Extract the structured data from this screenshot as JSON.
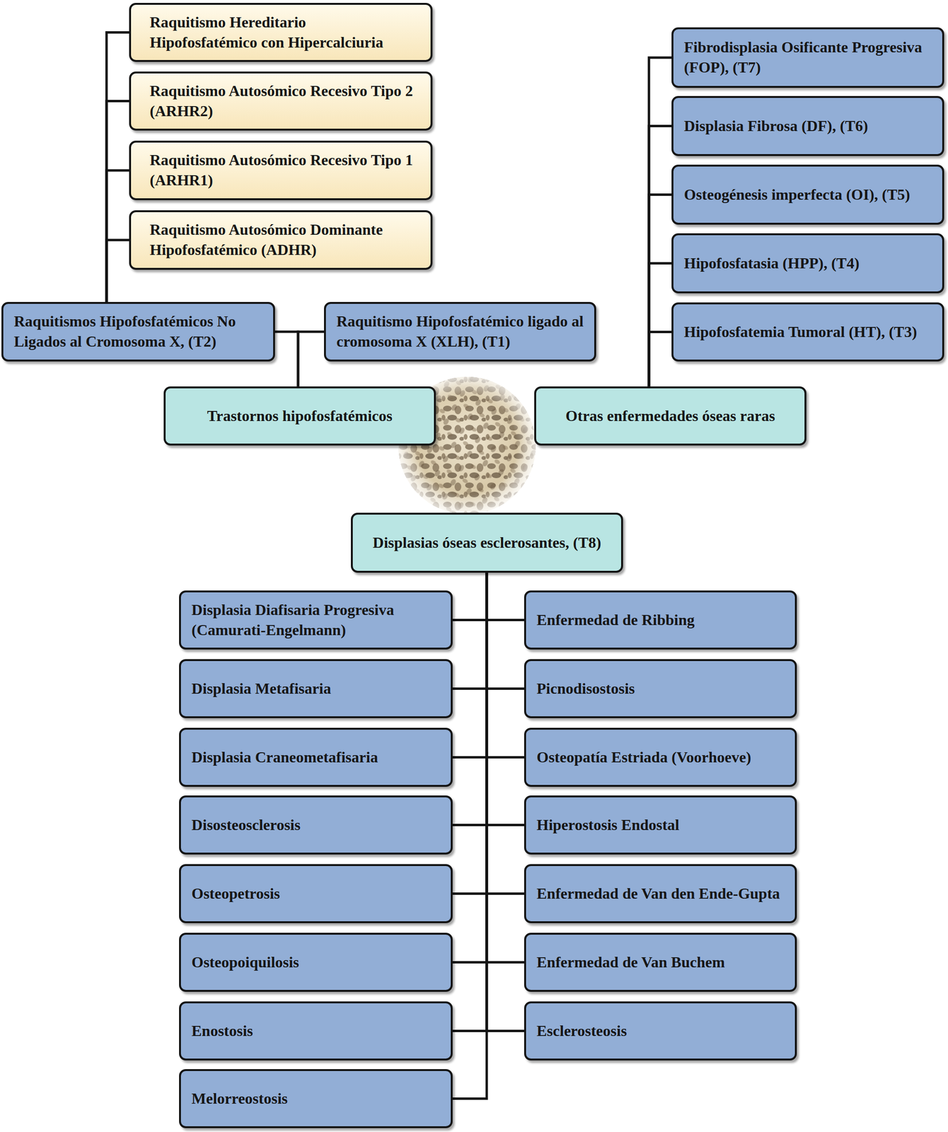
{
  "diagram": {
    "nodes": [
      {
        "text": [
          "Raquitismo Hereditario Hipofosfatémico con Hipercalciuria"
        ]
      },
      {
        "text": [
          "Raquitismo Autosómico Recesivo Tipo 2 (ARHR2)"
        ]
      },
      {
        "text": [
          "Raquitismo Autosómico Recesivo Tipo 1 (ARHR1)"
        ]
      },
      {
        "text": [
          "Raquitismo Autosómico Dominante Hipofosfatémico (ADHR)"
        ]
      },
      {
        "text": [
          "Raquitismos Hipofosfatémicos No Ligados al Cromosoma X, (T2)"
        ]
      },
      {
        "text": [
          "Raquitismo Hipofosfatémico ligado al cromosoma X (XLH), (T1)"
        ]
      },
      {
        "text": [
          "Fibrodisplasia Osificante Progresiva (FOP), (T7)"
        ]
      },
      {
        "text": [
          "Displasia Fibrosa (DF), (T6)"
        ]
      },
      {
        "text": [
          "Osteogénesis imperfecta (OI), (T5)"
        ]
      },
      {
        "text": [
          "Hipofosfatasia (HPP), (T4)"
        ]
      },
      {
        "text": [
          "Hipofosfatemia Tumoral (HT), (T3)"
        ]
      },
      {
        "text": [
          "Trastornos hipofosfatémicos"
        ]
      },
      {
        "text": [
          "Otras enfermedades óseas raras"
        ]
      },
      {
        "text": [
          "Displasias óseas esclerosantes, (T8)"
        ]
      },
      {
        "text": [
          "Displasia Diafisaria Progresiva (Camurati-Engelmann)"
        ]
      },
      {
        "text": [
          "Enfermedad de Ribbing"
        ]
      },
      {
        "text": [
          "Displasia Metafisaria"
        ]
      },
      {
        "text": [
          "Picnodisostosis"
        ]
      },
      {
        "text": [
          "Displasia Craneometafisaria"
        ]
      },
      {
        "text": [
          "Osteopatía Estriada (Voorhoeve)"
        ]
      },
      {
        "text": [
          "Disosteosclerosis"
        ]
      },
      {
        "text": [
          "Hiperostosis Endostal"
        ]
      },
      {
        "text": [
          "Osteopetrosis"
        ]
      },
      {
        "text": [
          "Enfermedad de Van den Ende-Gupta"
        ]
      },
      {
        "text": [
          "Osteopoiquilosis"
        ]
      },
      {
        "text": [
          "Enfermedad de Van Buchem"
        ]
      },
      {
        "text": [
          "Enostosis"
        ]
      },
      {
        "text": [
          "Esclerosteosis"
        ]
      },
      {
        "text": [
          "Melorreostosis"
        ]
      }
    ],
    "edges": [
      {
        "from": 4,
        "to": 0,
        "arrow": "none"
      },
      {
        "from": 4,
        "to": 1,
        "arrow": "none"
      },
      {
        "from": 4,
        "to": 2,
        "arrow": "none"
      },
      {
        "from": 4,
        "to": 3,
        "arrow": "none"
      },
      {
        "from": 11,
        "to": 4,
        "arrow": "none"
      },
      {
        "from": 11,
        "to": 5,
        "arrow": "none"
      },
      {
        "from": 12,
        "to": 6,
        "arrow": "none"
      },
      {
        "from": 12,
        "to": 7,
        "arrow": "none"
      },
      {
        "from": 12,
        "to": 8,
        "arrow": "none"
      },
      {
        "from": 12,
        "to": 9,
        "arrow": "none"
      },
      {
        "from": 12,
        "to": 10,
        "arrow": "none"
      },
      {
        "from": 13,
        "to": 14,
        "arrow": "none"
      },
      {
        "from": 13,
        "to": 15,
        "arrow": "none"
      },
      {
        "from": 13,
        "to": 16,
        "arrow": "none"
      },
      {
        "from": 13,
        "to": 17,
        "arrow": "none"
      },
      {
        "from": 13,
        "to": 18,
        "arrow": "none"
      },
      {
        "from": 13,
        "to": 19,
        "arrow": "none"
      },
      {
        "from": 13,
        "to": 20,
        "arrow": "none"
      },
      {
        "from": 13,
        "to": 21,
        "arrow": "none"
      },
      {
        "from": 13,
        "to": 22,
        "arrow": "none"
      },
      {
        "from": 13,
        "to": 23,
        "arrow": "none"
      },
      {
        "from": 13,
        "to": 24,
        "arrow": "none"
      },
      {
        "from": 13,
        "to": 25,
        "arrow": "none"
      },
      {
        "from": 13,
        "to": 26,
        "arrow": "none"
      },
      {
        "from": 13,
        "to": 27,
        "arrow": "none"
      },
      {
        "from": 13,
        "to": 28,
        "arrow": "none"
      }
    ]
  }
}
